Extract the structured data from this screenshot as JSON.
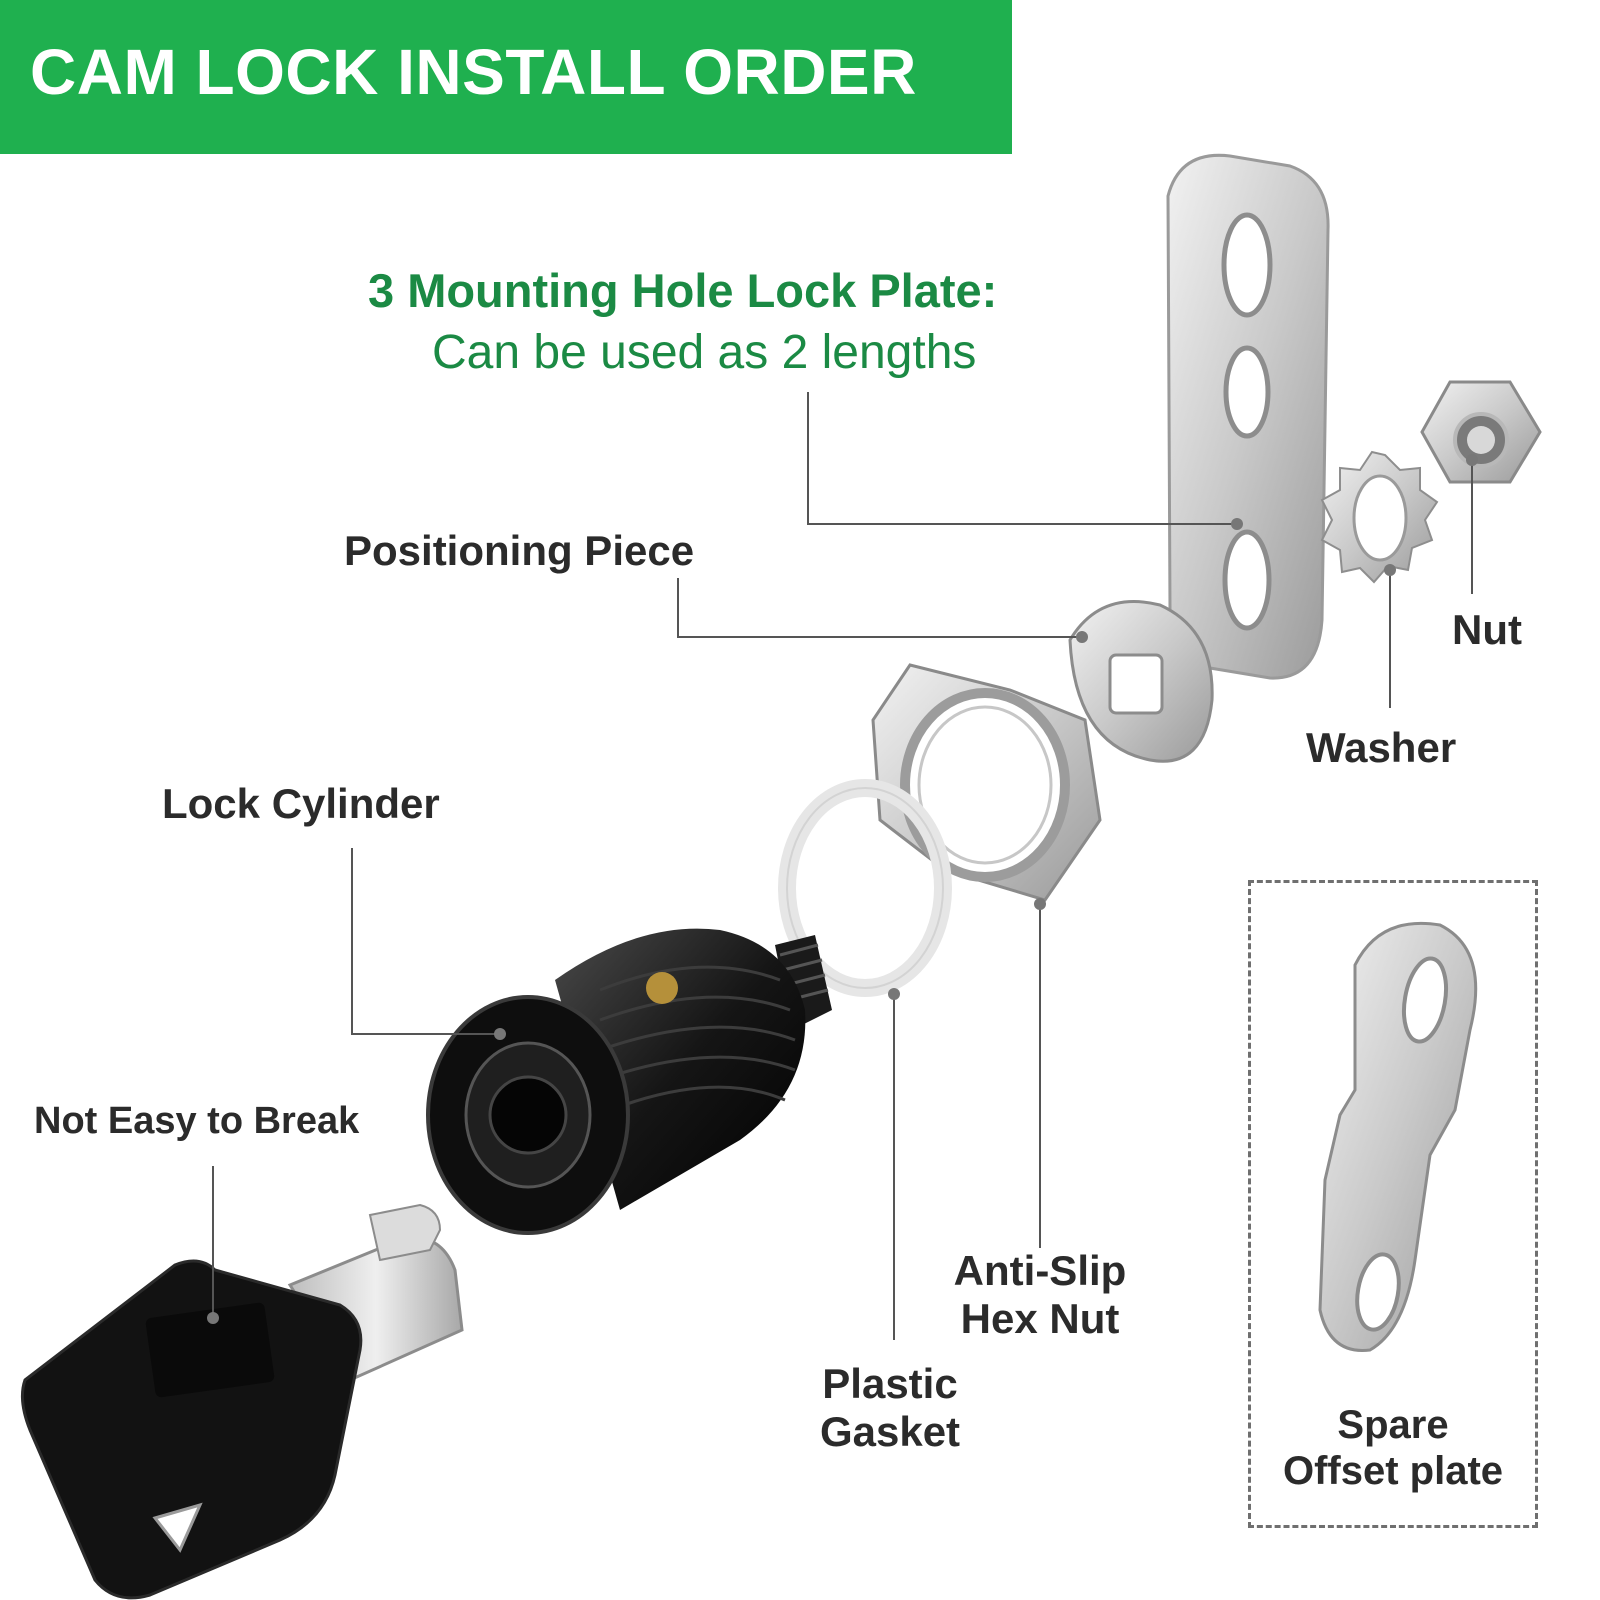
{
  "banner": {
    "title": "CAM LOCK INSTALL ORDER",
    "color": "#1fb04f"
  },
  "plate_callout": {
    "title": "3 Mounting Hole Lock Plate:",
    "subtitle": "Can be used as 2 lengths",
    "color": "#1b8a44"
  },
  "parts": {
    "positioning_piece": "Positioning Piece",
    "nut": "Nut",
    "washer": "Washer",
    "lock_cylinder": "Lock Cylinder",
    "not_easy_to_break": "Not Easy to Break",
    "anti_slip_line1": "Anti-Slip",
    "anti_slip_line2": "Hex Nut",
    "plastic_line1": "Plastic",
    "plastic_line2": "Gasket",
    "spare_line1": "Spare",
    "spare_line2": "Offset plate"
  },
  "icons": [
    "lock-plate-icon",
    "nut-icon",
    "washer-icon",
    "positioning-piece-icon",
    "hex-nut-icon",
    "plastic-gasket-icon",
    "lock-cylinder-icon",
    "key-icon",
    "offset-plate-icon"
  ]
}
